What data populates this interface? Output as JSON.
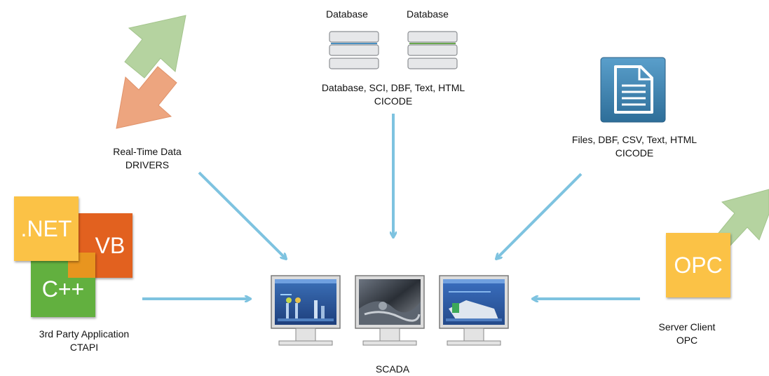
{
  "databases": {
    "left_title": "Database",
    "right_title": "Database",
    "caption_line1": "Database, SCI, DBF, Text, HTML",
    "caption_line2": "CICODE"
  },
  "realtime": {
    "line1": "Real-Time Data",
    "line2": "DRIVERS"
  },
  "files": {
    "line1": "Files, DBF, CSV, Text, HTML",
    "line2": "CICODE"
  },
  "third_party": {
    "tile_net": ".NET",
    "tile_vb": "VB",
    "tile_cpp": "C++",
    "line1": "3rd Party Application",
    "line2": "CTAPI"
  },
  "opc": {
    "tile": "OPC",
    "line1": "Server Client",
    "line2": "OPC"
  },
  "scada": {
    "label": "SCADA"
  },
  "colors": {
    "connector": "#7ec3e0",
    "arrow_up": "#b5d3a0",
    "arrow_down": "#eda57f",
    "tile_net": "#fbc246",
    "tile_vb": "#e2611f",
    "tile_cpp": "#62b03f",
    "tile_opc": "#fbc246",
    "doc_icon": "#3f82ae"
  }
}
